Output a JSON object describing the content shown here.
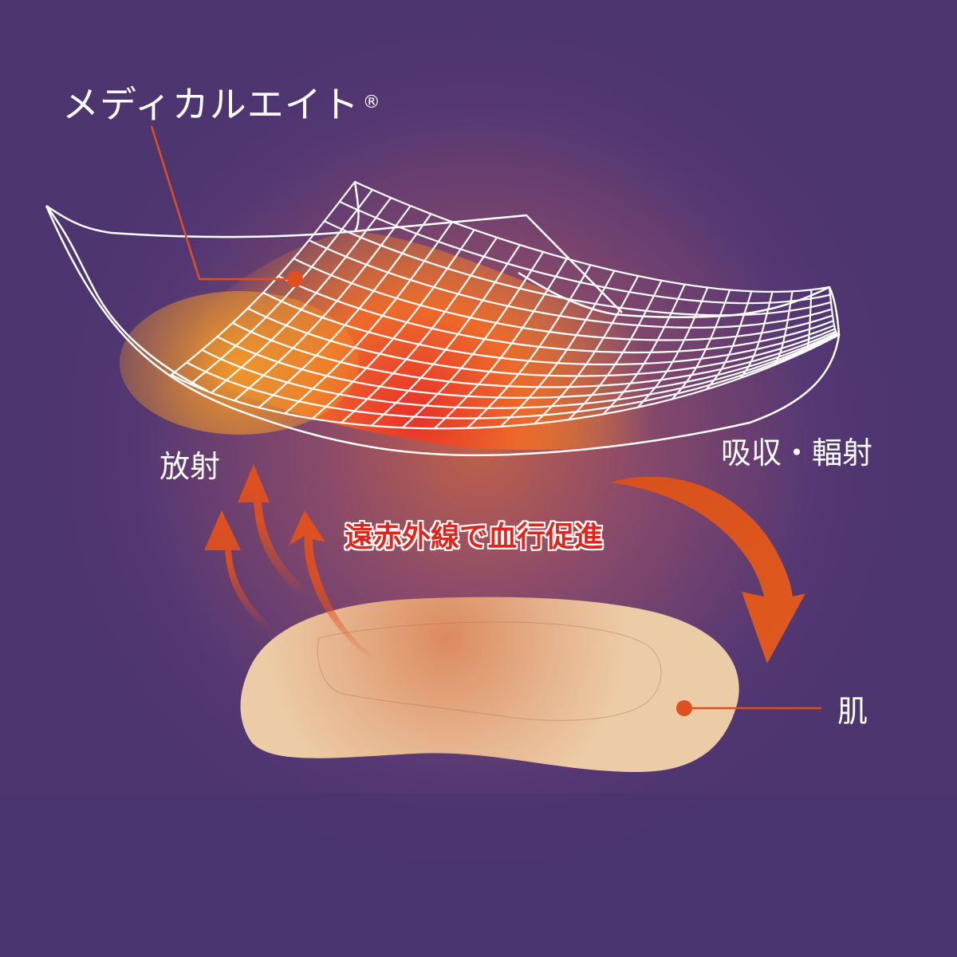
{
  "labels": {
    "product_name": "メディカルエイト",
    "registered_mark": "®",
    "emission": "放射",
    "absorption_radiation": "吸収・輻射",
    "skin": "肌",
    "headline": "遠赤外線で血行促進"
  },
  "colors": {
    "background": "#4d3570",
    "glow": "#e85a2a",
    "accent_line": "#e0501e",
    "headline_text": "#e0251c",
    "skin_fill": "#eccca6",
    "grid_line": "#ffffff"
  }
}
